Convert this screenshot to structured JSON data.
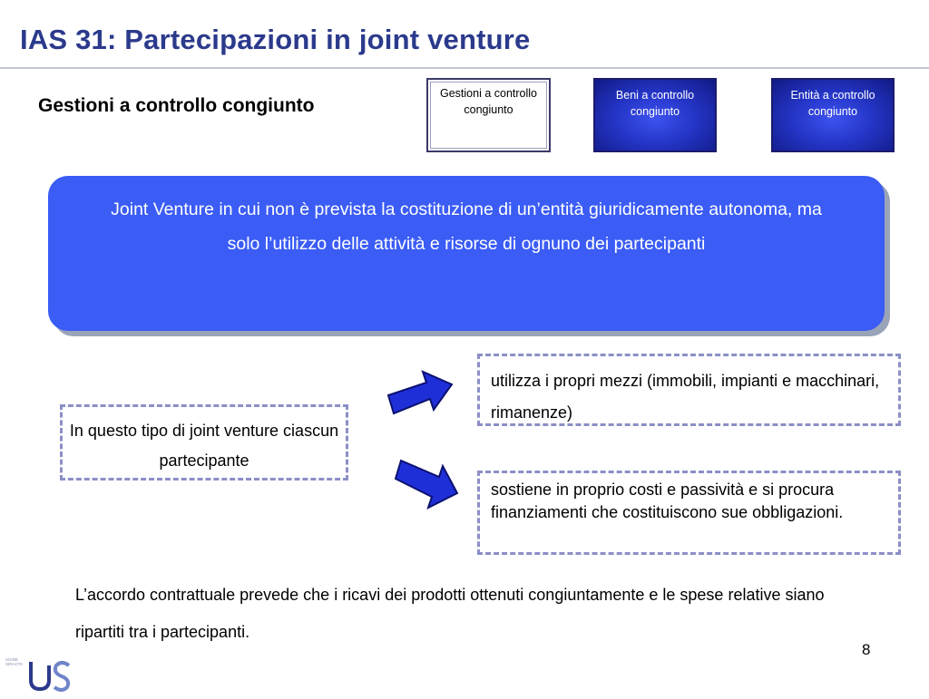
{
  "slide": {
    "title": "IAS 31: Partecipazioni in joint venture",
    "subtitle": "Gestioni a controllo congiunto",
    "page_number": "8"
  },
  "tabs": [
    {
      "label": "Gestioni a controllo congiunto",
      "state": "active"
    },
    {
      "label": "Beni a controllo congiunto",
      "state": "inactive"
    },
    {
      "label": "Entità a controllo congiunto",
      "state": "inactive"
    }
  ],
  "callout": {
    "text": "Joint Venture in cui non è prevista la costituzione di un’entità giuridicamente  autonoma, ma solo l’utilizzo delle attività e risorse di ognuno dei partecipanti"
  },
  "left_box": {
    "text": "In questo tipo di joint venture ciascun partecipante"
  },
  "right_boxes": [
    {
      "text": "utilizza i propri mezzi (immobili, impianti e macchinari, rimanenze)"
    },
    {
      "text": "sostiene in proprio costi e passività e si procura finanziamenti che costituiscono sue obbligazioni."
    }
  ],
  "bottom_text": "L’accordo contrattuale prevede che i ricavi dei prodotti ottenuti congiuntamente e le spese relative siano ripartiti tra i partecipanti.",
  "logo": {
    "letters": "US",
    "tagline": "UDINE SIRACTA"
  },
  "colors": {
    "title": "#2b3a8c",
    "callout_fill": "#3b5cf5",
    "tab_blue": "#2536c8",
    "dash_border": "#8c8fc6",
    "arrow_fill": "#1f2fd8"
  }
}
